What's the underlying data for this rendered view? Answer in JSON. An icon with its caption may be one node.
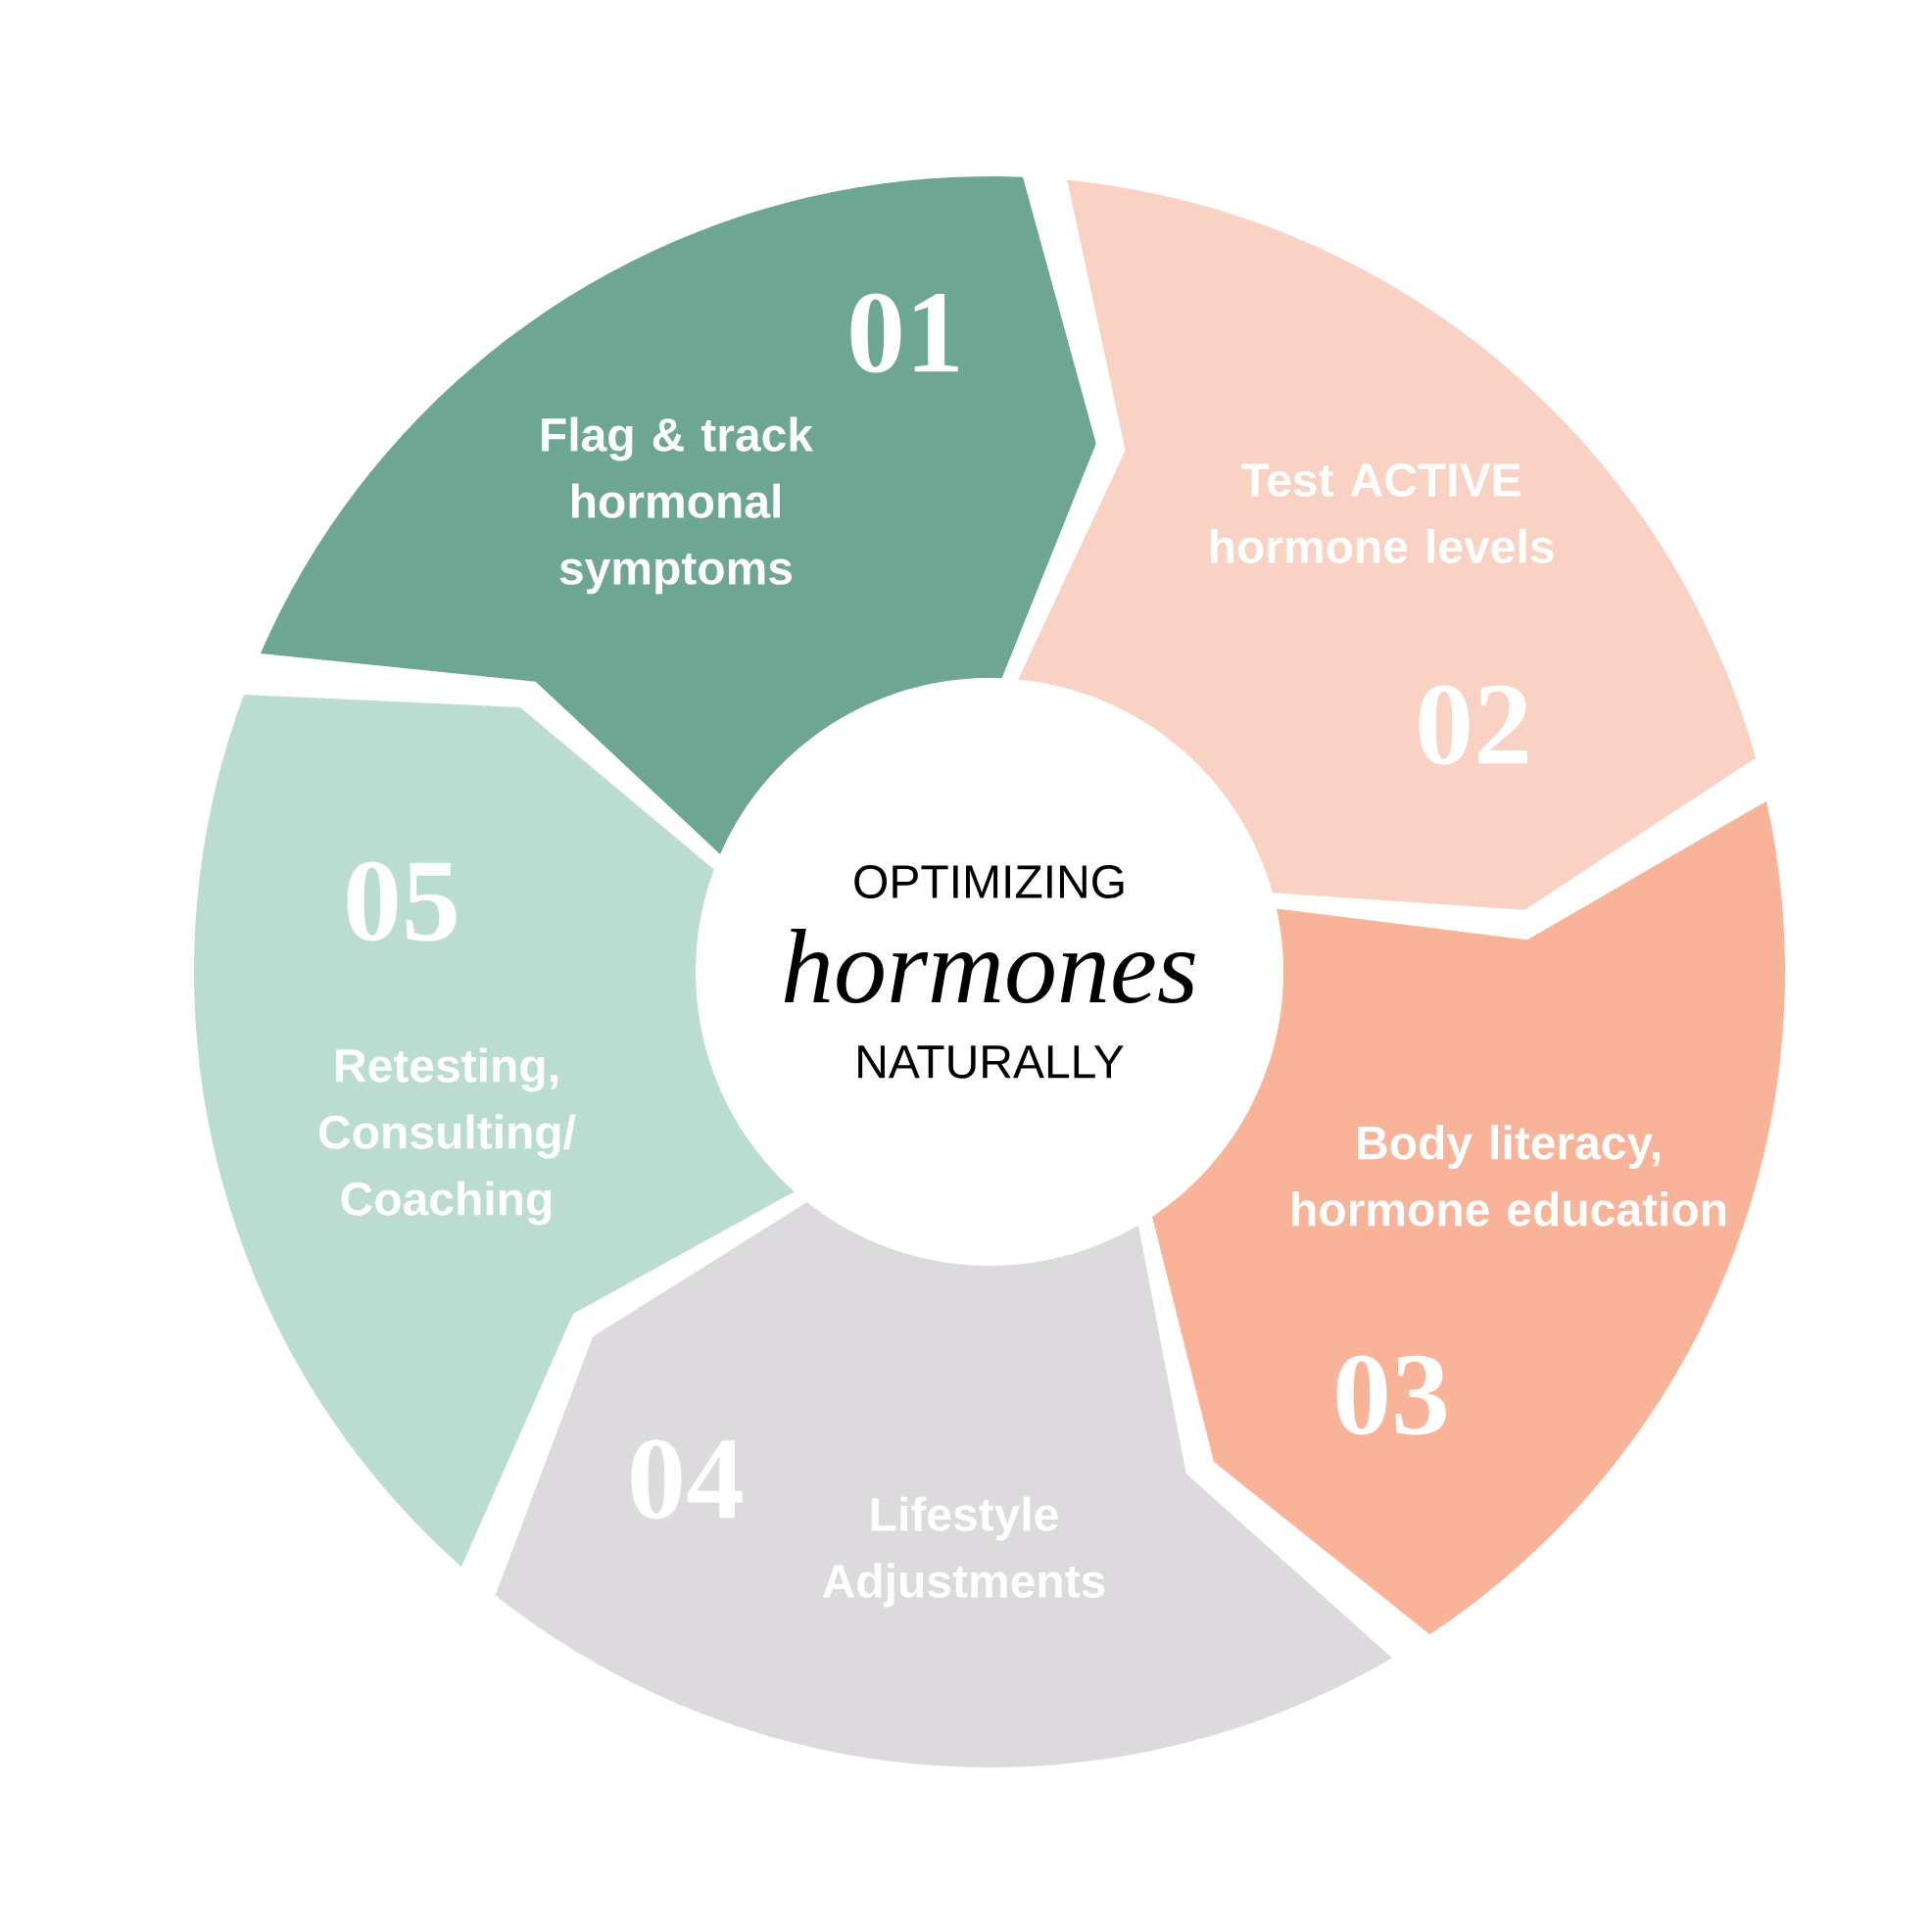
{
  "diagram": {
    "nodes": [
      {
        "text": [
          "01",
          "Flag & track hormonal symptoms"
        ]
      },
      {
        "text": [
          "Test ACTIVE hormone levels",
          "02"
        ]
      },
      {
        "text": [
          "Body literacy, hormone education",
          "03"
        ]
      },
      {
        "text": [
          "04",
          "Lifestyle Adjustments"
        ]
      },
      {
        "text": [
          "05",
          "Retesting, Consulting/ Coaching"
        ]
      },
      {
        "text": [
          "OPTIMIZING",
          "hormones",
          "NATURALLY"
        ]
      }
    ],
    "edges": []
  }
}
